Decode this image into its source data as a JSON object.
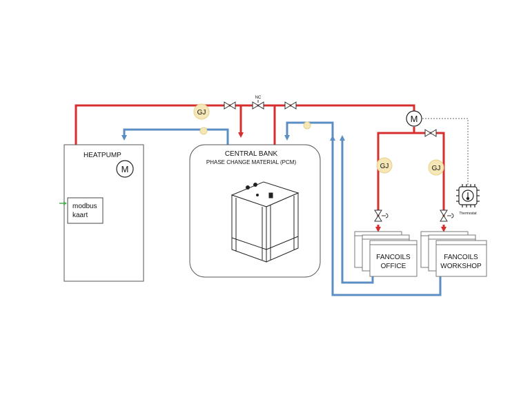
{
  "heatpump": {
    "title": "HEATPUMP",
    "meter": "M",
    "card_line1": "modbus",
    "card_line2": "kaart"
  },
  "central_bank": {
    "title": "CENTRAL BANK",
    "subtitle": "PHASE CHANGE MATERIAL (PCM)"
  },
  "meters": {
    "main": "M",
    "gj_top": "GJ",
    "gj_office": "GJ",
    "gj_workshop": "GJ"
  },
  "valves": {
    "nc_label": "NC"
  },
  "fancoils_office": {
    "line1": "FANCOILS",
    "line2": "OFFICE"
  },
  "fancoils_workshop": {
    "line1": "FANCOILS",
    "line2": "WORKSHOP"
  },
  "thermostat": {
    "label": "Thermostat"
  },
  "colors": {
    "supply": "#d62d2d",
    "return": "#5b8ec5",
    "meter_fill": "#f6e7b6"
  }
}
